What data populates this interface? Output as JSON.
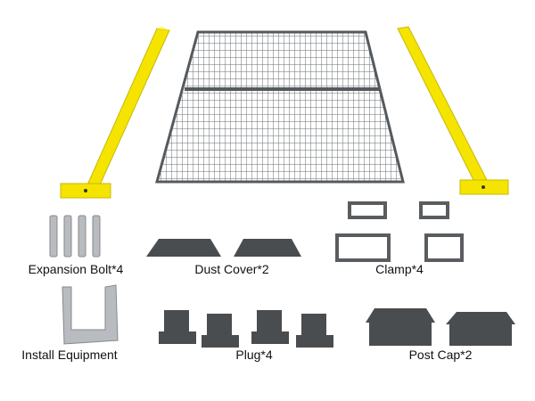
{
  "labels": {
    "expansion_bolt": "Expansion Bolt*4",
    "dust_cover": "Dust Cover*2",
    "clamp": "Clamp*4",
    "install_equipment": "Install Equipment",
    "plug": "Plug*4",
    "post_cap": "Post Cap*2"
  },
  "colors": {
    "post": "#f5e400",
    "mesh": "#555a5e",
    "parts": "#4a4d50",
    "steel": "#b8bcc0"
  }
}
